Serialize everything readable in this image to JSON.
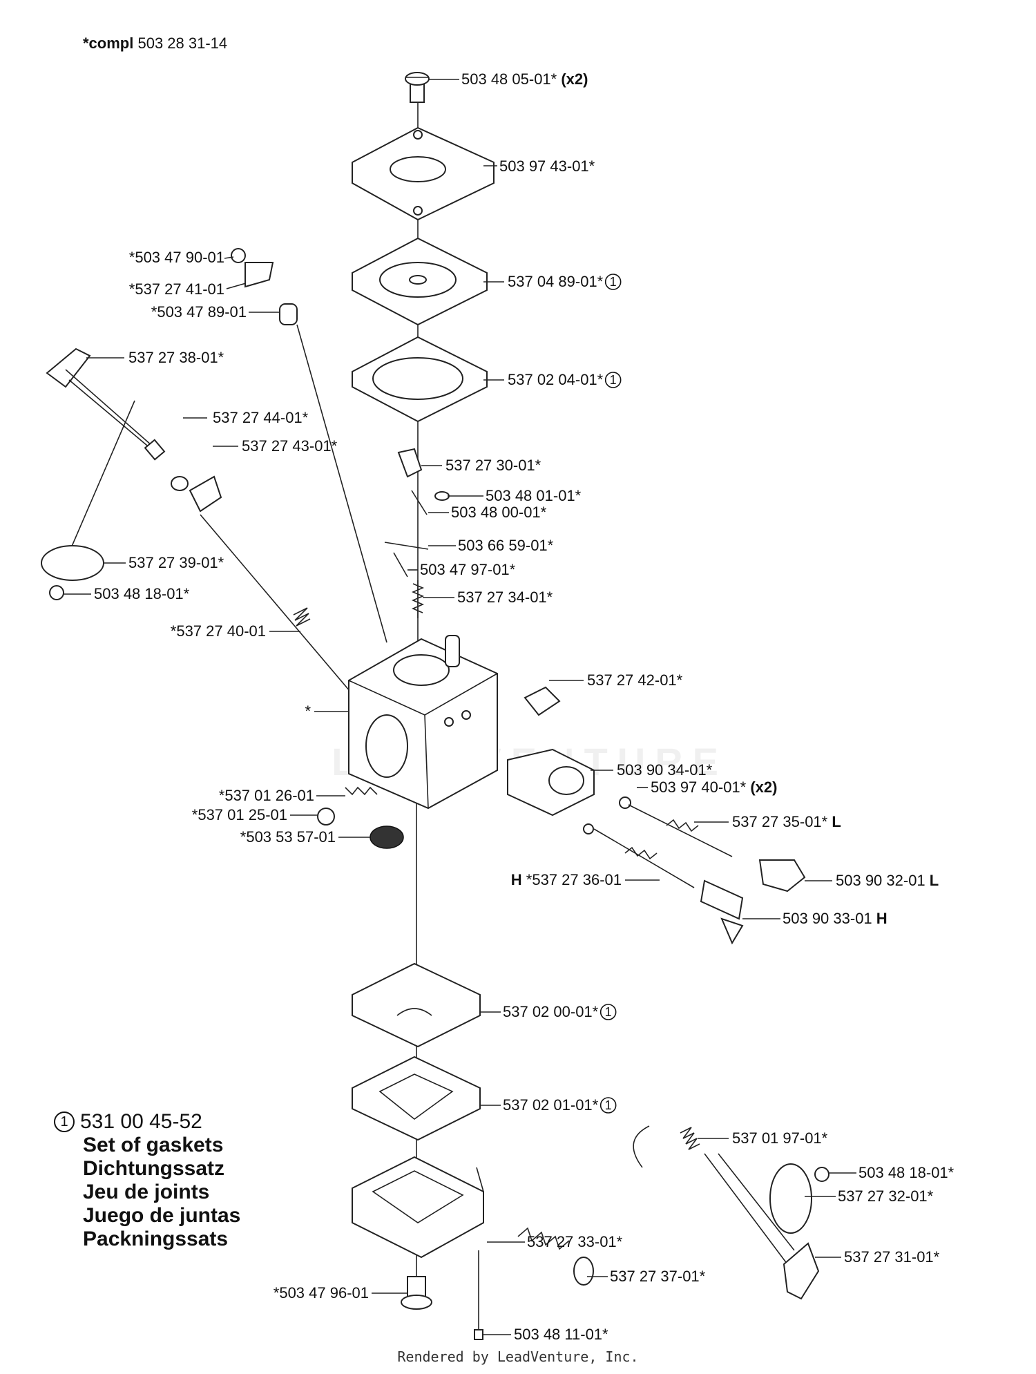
{
  "header": {
    "compl_prefix": "*compl",
    "compl_number": "503 28 31-14"
  },
  "footer": {
    "text": "Rendered by LeadVenture, Inc."
  },
  "watermark": {
    "text": "LEADVENTURE"
  },
  "legend": {
    "circle_num": "1",
    "part_number": "531 00 45-52",
    "names": [
      "Set of gaskets",
      "Dichtungssatz",
      "Jeu de joints",
      "Juego de juntas",
      "Packningssats"
    ]
  },
  "callouts": [
    {
      "id": "c01",
      "text": "503 48 05-01*",
      "suffix": "(x2)",
      "circle": ""
    },
    {
      "id": "c02",
      "text": "503 97 43-01*",
      "suffix": "",
      "circle": ""
    },
    {
      "id": "c03",
      "text": "*503 47 90-01",
      "suffix": "",
      "circle": ""
    },
    {
      "id": "c04",
      "text": "*537 27 41-01",
      "suffix": "",
      "circle": ""
    },
    {
      "id": "c05",
      "text": "*503 47 89-01",
      "suffix": "",
      "circle": ""
    },
    {
      "id": "c06",
      "text": "537 04 89-01*",
      "suffix": "",
      "circle": "1"
    },
    {
      "id": "c07",
      "text": "537 27 38-01*",
      "suffix": "",
      "circle": ""
    },
    {
      "id": "c08",
      "text": "537 02 04-01*",
      "suffix": "",
      "circle": "1"
    },
    {
      "id": "c09",
      "text": "537 27 44-01*",
      "suffix": "",
      "circle": ""
    },
    {
      "id": "c10",
      "text": "537 27 43-01*",
      "suffix": "",
      "circle": ""
    },
    {
      "id": "c11",
      "text": "537 27 30-01*",
      "suffix": "",
      "circle": ""
    },
    {
      "id": "c12",
      "text": "503 48 01-01*",
      "suffix": "",
      "circle": ""
    },
    {
      "id": "c13",
      "text": "503 48 00-01*",
      "suffix": "",
      "circle": ""
    },
    {
      "id": "c14",
      "text": "503 66 59-01*",
      "suffix": "",
      "circle": ""
    },
    {
      "id": "c15",
      "text": "537 27 39-01*",
      "suffix": "",
      "circle": ""
    },
    {
      "id": "c16",
      "text": "503 47 97-01*",
      "suffix": "",
      "circle": ""
    },
    {
      "id": "c17",
      "text": "503 48 18-01*",
      "suffix": "",
      "circle": ""
    },
    {
      "id": "c18",
      "text": "537 27 34-01*",
      "suffix": "",
      "circle": ""
    },
    {
      "id": "c19",
      "text": "*537 27 40-01",
      "suffix": "",
      "circle": ""
    },
    {
      "id": "c20",
      "text": "537 27 42-01*",
      "suffix": "",
      "circle": ""
    },
    {
      "id": "c21",
      "text": "*",
      "suffix": "",
      "circle": ""
    },
    {
      "id": "c22",
      "text": "503 90 34-01*",
      "suffix": "",
      "circle": ""
    },
    {
      "id": "c23",
      "text": "*537 01 26-01",
      "suffix": "",
      "circle": ""
    },
    {
      "id": "c24",
      "text": "503 97 40-01*",
      "suffix": "(x2)",
      "circle": ""
    },
    {
      "id": "c25",
      "text": "*537 01 25-01",
      "suffix": "",
      "circle": ""
    },
    {
      "id": "c26",
      "text": "537 27 35-01*",
      "suffix": "L",
      "circle": ""
    },
    {
      "id": "c27",
      "text": "*503 53 57-01",
      "suffix": "",
      "circle": ""
    },
    {
      "id": "c28",
      "text": "503 90 32-01",
      "suffix": "L",
      "circle": ""
    },
    {
      "id": "c29",
      "text": "*537 27 36-01",
      "prefix": "H",
      "suffix": "",
      "circle": ""
    },
    {
      "id": "c30",
      "text": "503 90 33-01",
      "suffix": "H",
      "circle": ""
    },
    {
      "id": "c31",
      "text": "537 02 00-01*",
      "suffix": "",
      "circle": "1"
    },
    {
      "id": "c32",
      "text": "537 02 01-01*",
      "suffix": "",
      "circle": "1"
    },
    {
      "id": "c33",
      "text": "537 01 97-01*",
      "suffix": "",
      "circle": ""
    },
    {
      "id": "c34",
      "text": "503 48 18-01*",
      "suffix": "",
      "circle": ""
    },
    {
      "id": "c35",
      "text": "537 27 32-01*",
      "suffix": "",
      "circle": ""
    },
    {
      "id": "c36",
      "text": "537 27 33-01*",
      "suffix": "",
      "circle": ""
    },
    {
      "id": "c37",
      "text": "537 27 31-01*",
      "suffix": "",
      "circle": ""
    },
    {
      "id": "c38",
      "text": "537 27 37-01*",
      "suffix": "",
      "circle": ""
    },
    {
      "id": "c39",
      "text": "*503 47 96-01",
      "suffix": "",
      "circle": ""
    },
    {
      "id": "c40",
      "text": "503 48 11-01*",
      "suffix": "",
      "circle": ""
    }
  ]
}
